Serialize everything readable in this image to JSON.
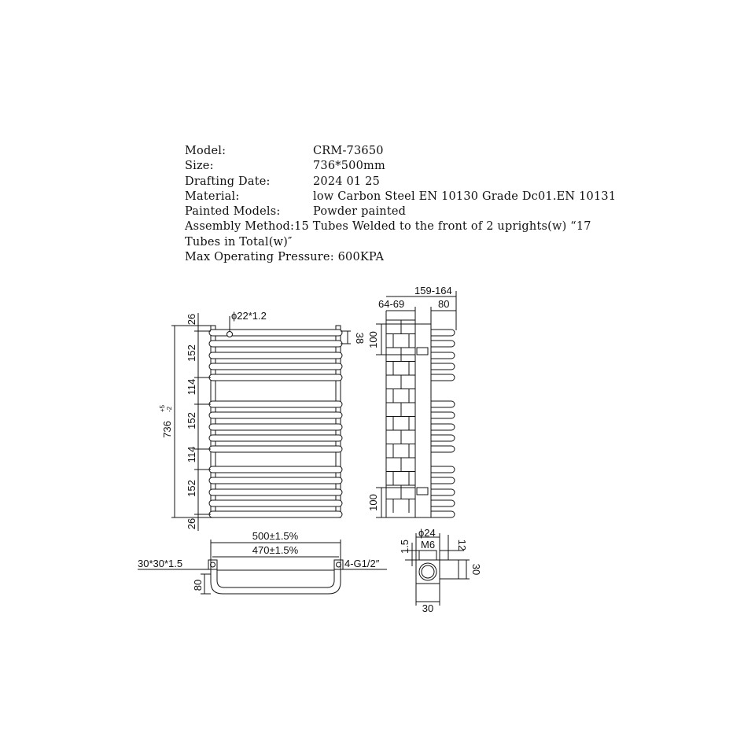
{
  "spec": {
    "model_label": "Model:",
    "model_value": "CRM-73650",
    "size_label": "Size:",
    "size_value": "736*500mm",
    "date_label": "Drafting Date:",
    "date_value": "2024 01 25",
    "material_label": "Material:",
    "material_value": "low Carbon Steel EN 10130 Grade Dc01.EN 10131",
    "painted_label": "Painted Models:",
    "painted_value": "Powder painted",
    "assembly_line1": "Assembly Method:15 Tubes Welded to the front of 2 uprights(w) “17",
    "assembly_line2": "Tubes in Total(w)″",
    "pressure_line": "Max Operating Pressure: 600KPA"
  },
  "front_view": {
    "tube_diameter": "ϕ22*1.2",
    "dim_top": "26",
    "dim_group1": "152",
    "dim_gap1": "114",
    "dim_group2": "152",
    "dim_gap2": "114",
    "dim_group3": "152",
    "dim_bottom": "26",
    "height_main": "736",
    "height_tol_upper": "+5",
    "height_tol_lower": "-2",
    "side_offset": "38"
  },
  "side_view": {
    "depth_total": "159-164",
    "wall_gap": "64-69",
    "depth_tube": "80",
    "bracket_top": "100",
    "bracket_bottom": "100"
  },
  "bottom_view": {
    "width_outer": "500±1.5%",
    "width_centers": "470±1.5%",
    "upright_section": "30*30*1.5",
    "valve_thread": "4-G1/2″",
    "depth": "80"
  },
  "detail_view": {
    "diameter": "ϕ24",
    "screw": "M6",
    "thickness": "1.5",
    "height": "12",
    "side": "30",
    "width": "30"
  }
}
